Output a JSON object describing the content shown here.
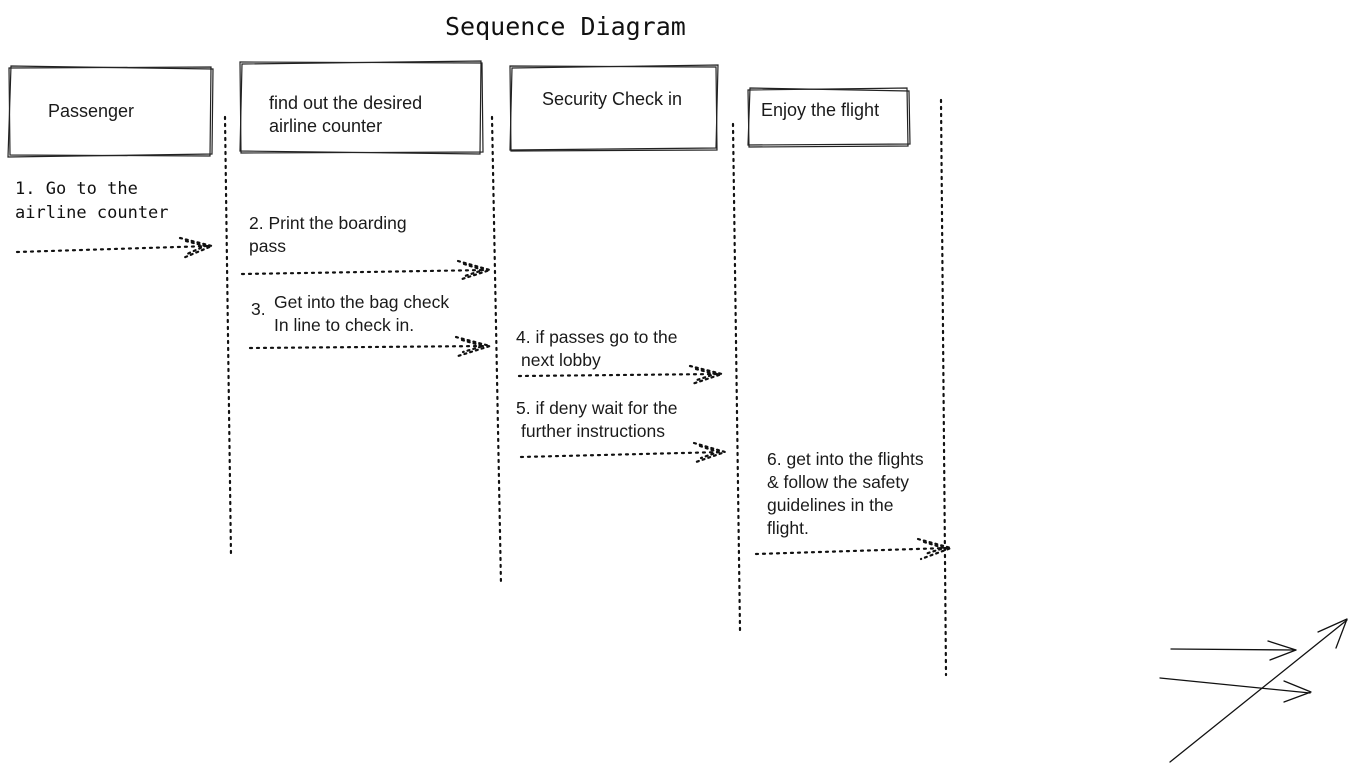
{
  "diagram": {
    "title": "Sequence Diagram",
    "participants": [
      {
        "id": "passenger",
        "label": "Passenger"
      },
      {
        "id": "airline-counter",
        "label": "find out the desired airline counter",
        "lines": [
          "find out the desired",
          "airline counter"
        ]
      },
      {
        "id": "security",
        "label": "Security Check in"
      },
      {
        "id": "flight",
        "label": "Enjoy the flight"
      }
    ],
    "messages": [
      {
        "id": "m1",
        "number": "1.",
        "lines": [
          "1. Go to the",
          "airline counter"
        ]
      },
      {
        "id": "m2",
        "lines": [
          "2. Print the boarding",
          "pass"
        ]
      },
      {
        "id": "m3",
        "number": "3.",
        "lines": [
          "Get into the bag check",
          "In line to check in."
        ]
      },
      {
        "id": "m4",
        "lines": [
          "4. if passes go to the",
          "next lobby"
        ]
      },
      {
        "id": "m5",
        "lines": [
          "5. if deny wait for the",
          "further instructions"
        ]
      },
      {
        "id": "m6",
        "lines": [
          "6. get into the flights",
          "& follow the safety",
          "guidelines in the",
          "flight."
        ]
      }
    ]
  }
}
